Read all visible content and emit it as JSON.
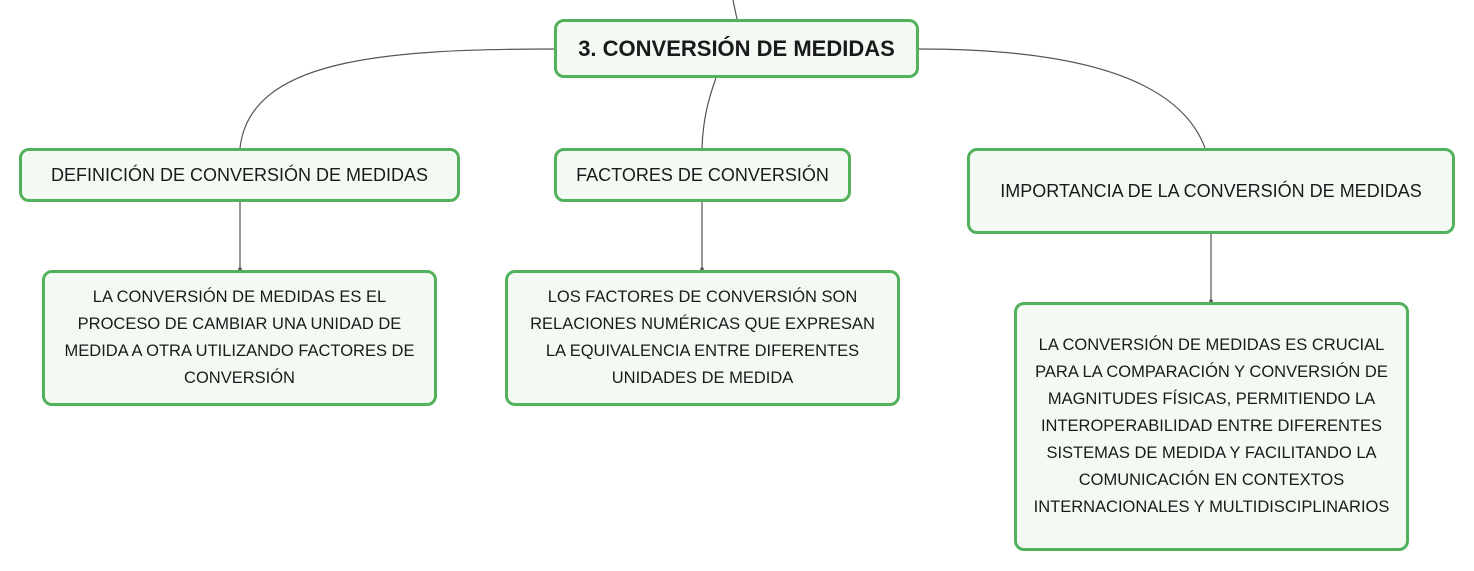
{
  "colors": {
    "border": "#52b15a",
    "fill": "#f3faf3",
    "link": "#555555"
  },
  "root": {
    "label": "3. CONVERSIÓN DE MEDIDAS"
  },
  "branches": [
    {
      "label": "DEFINICIÓN DE CONVERSIÓN DE MEDIDAS",
      "detail": "LA CONVERSIÓN DE MEDIDAS ES EL PROCESO DE CAMBIAR UNA UNIDAD DE MEDIDA A OTRA UTILIZANDO FACTORES DE CONVERSIÓN"
    },
    {
      "label": "FACTORES DE CONVERSIÓN",
      "detail": "LOS FACTORES DE CONVERSIÓN SON RELACIONES NUMÉRICAS QUE EXPRESAN LA EQUIVALENCIA ENTRE DIFERENTES UNIDADES DE MEDIDA"
    },
    {
      "label": "IMPORTANCIA DE LA CONVERSIÓN DE MEDIDAS",
      "detail": "LA CONVERSIÓN DE MEDIDAS ES CRUCIAL PARA LA COMPARACIÓN Y CONVERSIÓN DE MAGNITUDES FÍSICAS, PERMITIENDO LA INTEROPERABILIDAD ENTRE DIFERENTES SISTEMAS DE MEDIDA Y FACILITANDO LA COMUNICACIÓN EN CONTEXTOS INTERNACIONALES Y MULTIDISCIPLINARIOS"
    }
  ]
}
